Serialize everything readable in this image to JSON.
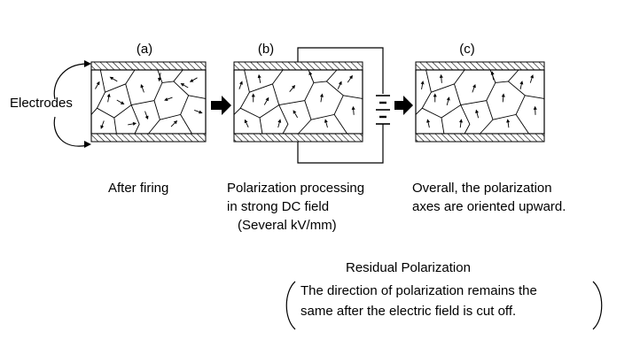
{
  "panels": [
    {
      "id": "a",
      "label": "(a)",
      "caption": [
        "After firing"
      ]
    },
    {
      "id": "b",
      "label": "(b)",
      "caption": [
        "Polarization processing",
        "in strong DC field",
        "(Several kV/mm)"
      ]
    },
    {
      "id": "c",
      "label": "(c)",
      "caption": [
        "Overall, the polarization",
        "axes are oriented upward."
      ]
    }
  ],
  "electrodes_label": "Electrodes",
  "residual": {
    "title": "Residual Polarization",
    "lines": [
      "The direction of polarization remains the",
      "same after the electric field is cut off."
    ]
  },
  "colors": {
    "line": "#000000",
    "background": "#ffffff"
  }
}
